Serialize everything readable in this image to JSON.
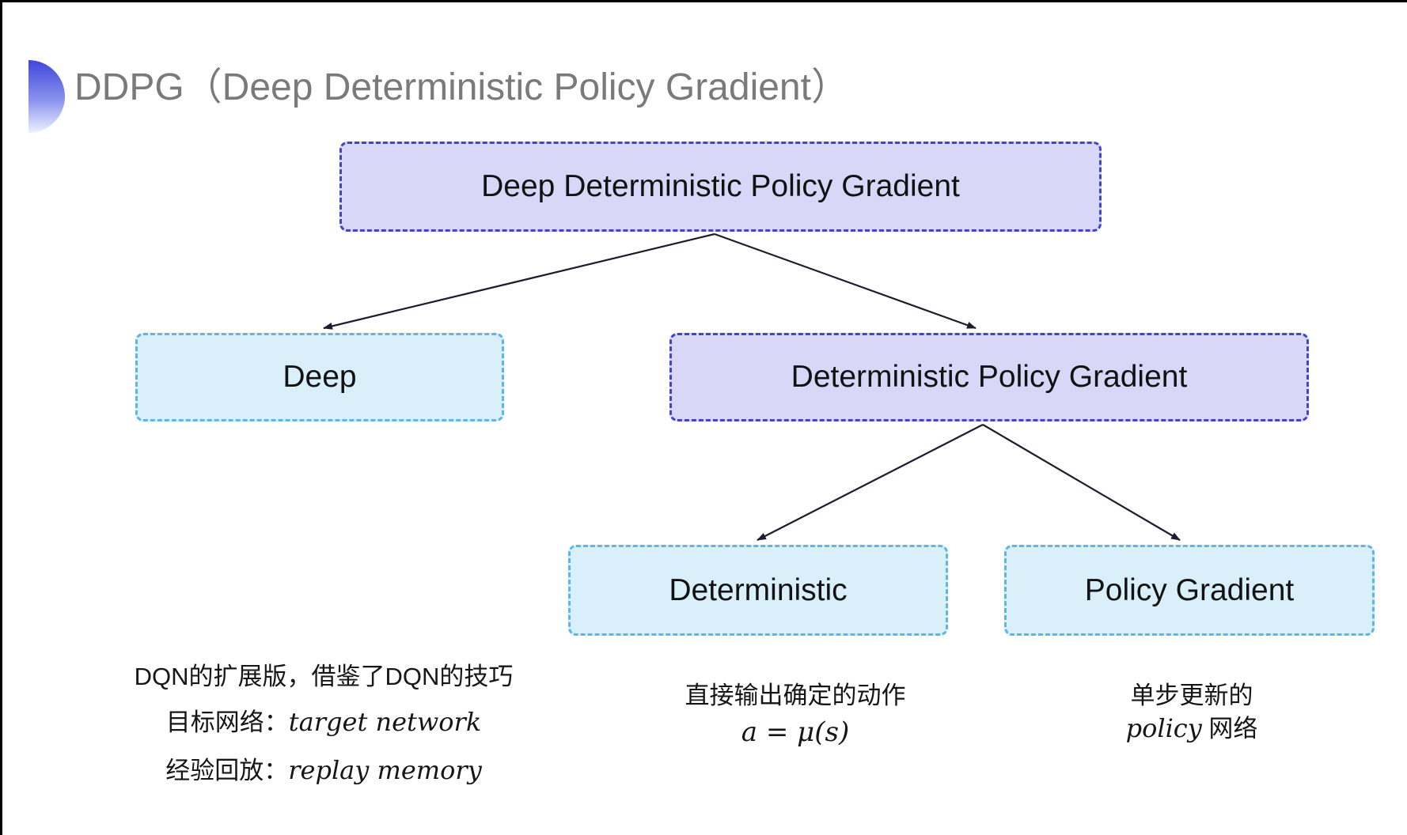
{
  "header": {
    "title": "DDPG（Deep Deterministic Policy Gradient）",
    "icon": "blue-semicircle"
  },
  "diagram": {
    "type": "tree",
    "nodes": [
      {
        "id": "ddpg",
        "label": "Deep Deterministic Policy Gradient",
        "style": "purple"
      },
      {
        "id": "deep",
        "label": "Deep",
        "style": "cyan"
      },
      {
        "id": "dpg",
        "label": "Deterministic Policy Gradient",
        "style": "purple"
      },
      {
        "id": "det",
        "label": "Deterministic",
        "style": "cyan"
      },
      {
        "id": "pg",
        "label": "Policy Gradient",
        "style": "cyan"
      }
    ],
    "edges": [
      {
        "from": "ddpg",
        "to": "deep"
      },
      {
        "from": "ddpg",
        "to": "dpg"
      },
      {
        "from": "dpg",
        "to": "det"
      },
      {
        "from": "dpg",
        "to": "pg"
      }
    ]
  },
  "notes": {
    "left": {
      "line1": "DQN的扩展版，借鉴了DQN的技巧",
      "line2_label": "目标网络：",
      "line2_value": "target network",
      "line3_label": "经验回放：",
      "line3_value": "replay memory"
    },
    "middle": {
      "line1": "直接输出确定的动作",
      "formula": "a = μ(s)"
    },
    "right": {
      "line1": "单步更新的",
      "line2_italic": "policy",
      "line2_rest": " 网络"
    }
  },
  "colors": {
    "purple_fill": "#d8d7f8",
    "purple_border": "#4444cb",
    "cyan_fill": "#d9f0fb",
    "cyan_border": "#5cb6e6",
    "arrow": "#1c1c2e",
    "title_text": "#7a7a7a",
    "node_text": "#121212",
    "frame": "#000000"
  }
}
